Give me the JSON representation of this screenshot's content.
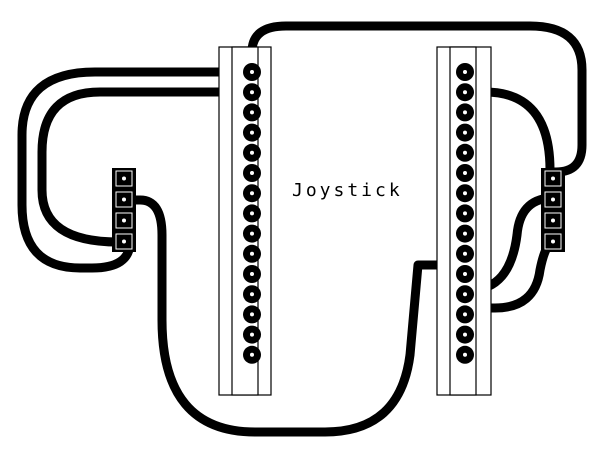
{
  "board": {
    "label": "Joystick",
    "trace_color": "#000000",
    "background_color": "#ffffff",
    "pad_hole_color": "#ffffff"
  },
  "headers": [
    {
      "name": "left-pin-header",
      "pins": 15
    },
    {
      "name": "right-pin-header",
      "pins": 15
    }
  ],
  "connectors": [
    {
      "name": "left-connector",
      "pins": 4
    },
    {
      "name": "right-connector",
      "pins": 4
    }
  ]
}
